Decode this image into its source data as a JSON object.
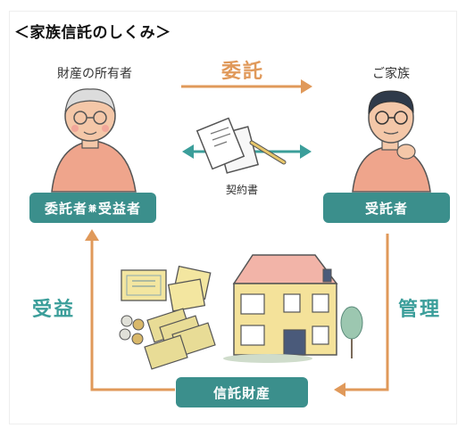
{
  "title": "＜家族信託のしくみ＞",
  "owner_label": "財産の所有者",
  "family_label": "ご家族",
  "entrust_verb": "委託",
  "contract_label": "契約書",
  "trustor_box": {
    "part1": "委託者",
    "ken": "兼",
    "part2": "受益者"
  },
  "trustee_box": "受託者",
  "manage_verb": "管理",
  "benefit_verb": "受益",
  "property_box": "信託財産",
  "colors": {
    "orange_arrow": "#e0995a",
    "teal_arrow": "#3b9e9a",
    "teal_box": "#3b8f8c"
  }
}
